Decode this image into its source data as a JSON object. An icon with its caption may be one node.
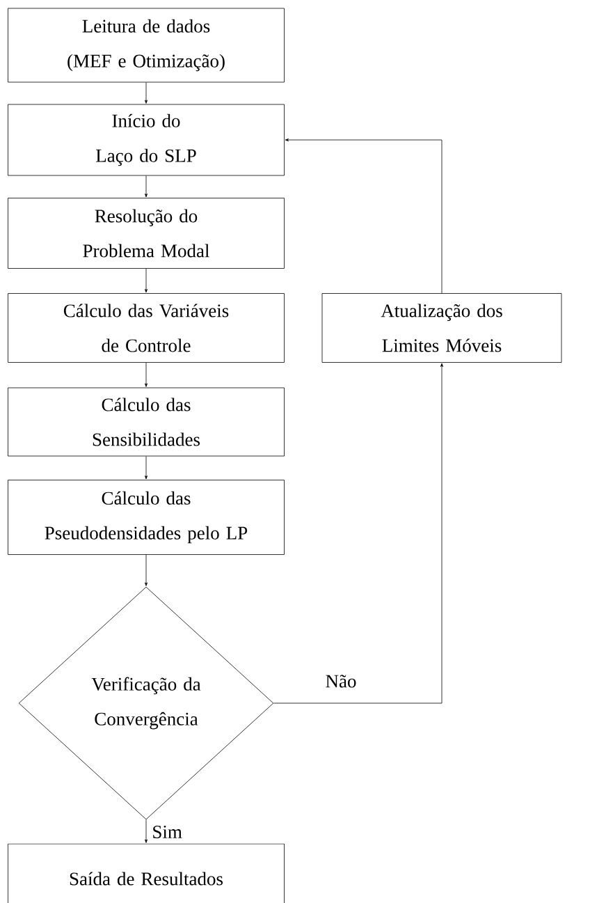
{
  "diagram": {
    "nodes": [
      {
        "text": [
          "Leitura de dados (MEF e Otimização)"
        ]
      },
      {
        "text": [
          "Início do Laço do SLP"
        ]
      },
      {
        "text": [
          "Resolução do Problema Modal"
        ]
      },
      {
        "text": [
          "Cálculo das Variáveis de Controle"
        ]
      },
      {
        "text": [
          "Cálculo das Sensibilidades"
        ]
      },
      {
        "text": [
          "Cálculo das Pseudodensidades pelo LP"
        ]
      },
      {
        "text": [
          "Atualização dos Limites Móveis"
        ]
      },
      {
        "text": [
          "Verificação da Convergência"
        ]
      },
      {
        "text": [
          "Saída de Resultados"
        ]
      }
    ],
    "edges": [
      {
        "from": 0,
        "to": 1,
        "arrow": "to"
      },
      {
        "from": 1,
        "to": 2,
        "arrow": "to"
      },
      {
        "from": 2,
        "to": 3,
        "arrow": "to"
      },
      {
        "from": 3,
        "to": 4,
        "arrow": "to"
      },
      {
        "from": 4,
        "to": 5,
        "arrow": "to"
      },
      {
        "from": 5,
        "to": 7,
        "arrow": "to"
      },
      {
        "from": 7,
        "to": 8,
        "arrow": "to",
        "label": "Sim"
      },
      {
        "from": 7,
        "to": 6,
        "arrow": "to",
        "label": "Não"
      },
      {
        "from": 6,
        "to": 1,
        "arrow": "to"
      }
    ]
  }
}
